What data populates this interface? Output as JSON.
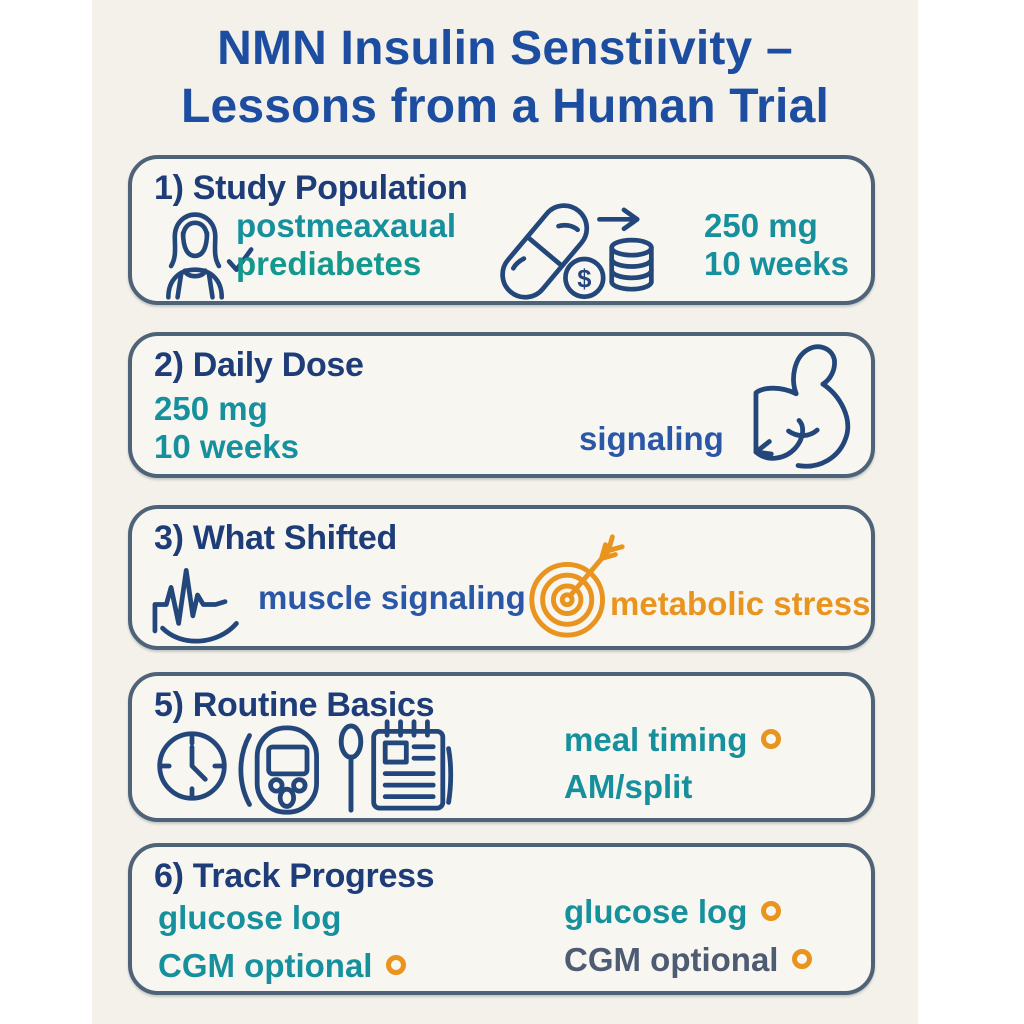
{
  "title": {
    "line1": "NMN Insulin Senstiivity –",
    "line2": "Lessons from a Human Trial"
  },
  "colors": {
    "title_blue": "#1c4da0",
    "heading_navy": "#1e3d78",
    "teal": "#16909c",
    "teal_green": "#12988d",
    "label_blue": "#2a57a8",
    "accent_orange": "#e8941f",
    "slate": "#4d5c72",
    "card_border": "#4e6378",
    "page_background": "#f4f1ea",
    "card_background": "#f8f6f0",
    "icon_stroke": "#24477b"
  },
  "cards": {
    "study_population": {
      "heading": "1) Study Population",
      "cohort_line1": "postmeaxaual",
      "cohort_line2": "prediabetes",
      "dose_line1": "250 mg",
      "dose_line2": "10 weeks",
      "icons": [
        "woman-icon",
        "checkmark-icon",
        "capsule-icon",
        "arrow-right-icon",
        "dollar-coin-icon",
        "coin-stack-icon"
      ]
    },
    "daily_dose": {
      "heading": "2) Daily Dose",
      "line1": "250 mg",
      "line2": "10 weeks",
      "label": "signaling",
      "icons": [
        "bicep-icon"
      ]
    },
    "what_shifted": {
      "heading": "3) What Shifted",
      "label_blue": "muscle signaling",
      "label_orange": "metabolic stress",
      "icons": [
        "pulse-icon",
        "target-arrow-icon"
      ]
    },
    "routine_basics": {
      "heading": "5) Routine Basics",
      "line1": "meal timing",
      "line2": "AM/split",
      "icons": [
        "clock-icon",
        "glucose-meter-icon",
        "spoon-icon",
        "notepad-icon",
        "ring-icon"
      ]
    },
    "track_progress": {
      "heading": "6) Track Progress",
      "left_line1": "glucose log",
      "left_line2": "CGM optional",
      "right_line1": "glucose log",
      "right_line2": "CGM optional",
      "icons": [
        "ring-icon"
      ]
    }
  }
}
